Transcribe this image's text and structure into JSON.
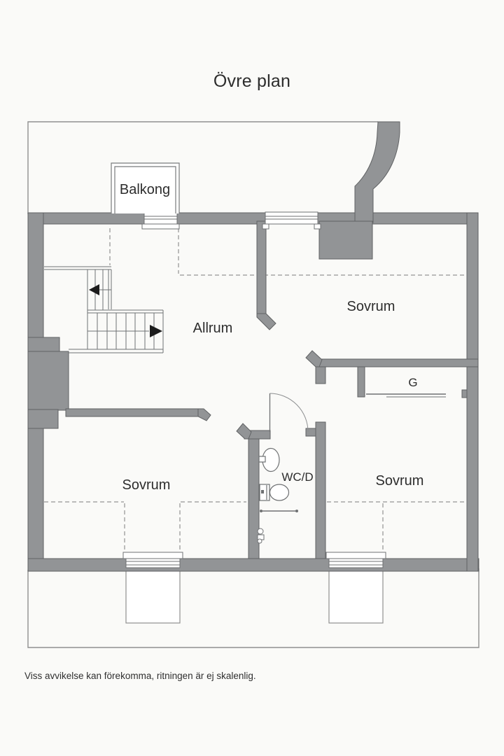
{
  "page": {
    "title": "Övre plan",
    "disclaimer": "Viss avvikelse kan förekomma, ritningen är ej skalenlig."
  },
  "floorplan": {
    "rooms": {
      "balcony": "Balkong",
      "living": "Allrum",
      "bedroom_top": "Sovrum",
      "bedroom_bottom_left": "Sovrum",
      "bedroom_bottom_right": "Sovrum",
      "bathroom": "WC/D",
      "wardrobe": "G"
    },
    "colors": {
      "wall": "#929496",
      "wall_outline": "#606264",
      "thin_line": "#6f7173",
      "dashed_line": "#a6a6a6",
      "plot_outline": "#8f8f8f",
      "text": "#2d2d2d",
      "background": "#fafaf8"
    }
  }
}
